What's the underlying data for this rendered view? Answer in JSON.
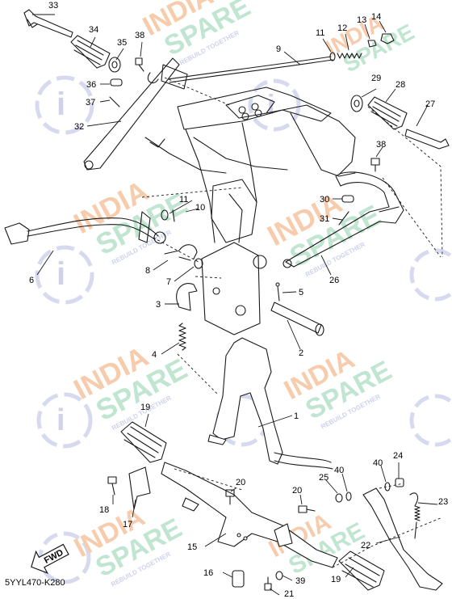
{
  "diagram": {
    "code": "5YYL470-K280",
    "fwd_label": "FWD",
    "colors": {
      "line": "#1a1a1a",
      "wm_orange": "#f6c7a4",
      "wm_green": "#b9e2cb",
      "wm_blue": "#c9cdea"
    },
    "watermark": {
      "line1": "INDIA",
      "line2": "SPARE",
      "tagline": "REBUILD TOGETHER"
    },
    "callouts": [
      {
        "id": "c33",
        "label": "33"
      },
      {
        "id": "c34",
        "label": "34"
      },
      {
        "id": "c35",
        "label": "35"
      },
      {
        "id": "c38a",
        "label": "38"
      },
      {
        "id": "c9",
        "label": "9"
      },
      {
        "id": "c11a",
        "label": "11"
      },
      {
        "id": "c12",
        "label": "12"
      },
      {
        "id": "c13",
        "label": "13"
      },
      {
        "id": "c14",
        "label": "14"
      },
      {
        "id": "c36",
        "label": "36"
      },
      {
        "id": "c37",
        "label": "37"
      },
      {
        "id": "c32",
        "label": "32"
      },
      {
        "id": "c29",
        "label": "29"
      },
      {
        "id": "c28",
        "label": "28"
      },
      {
        "id": "c27",
        "label": "27"
      },
      {
        "id": "c38b",
        "label": "38"
      },
      {
        "id": "c11b",
        "label": "11"
      },
      {
        "id": "c10",
        "label": "10"
      },
      {
        "id": "c30",
        "label": "30"
      },
      {
        "id": "c31",
        "label": "31"
      },
      {
        "id": "c6",
        "label": "6"
      },
      {
        "id": "c8",
        "label": "8"
      },
      {
        "id": "c7",
        "label": "7"
      },
      {
        "id": "c26",
        "label": "26"
      },
      {
        "id": "c5",
        "label": "5"
      },
      {
        "id": "c3",
        "label": "3"
      },
      {
        "id": "c2",
        "label": "2"
      },
      {
        "id": "c4",
        "label": "4"
      },
      {
        "id": "c1",
        "label": "1"
      },
      {
        "id": "c19a",
        "label": "19"
      },
      {
        "id": "c24",
        "label": "24"
      },
      {
        "id": "c25",
        "label": "25"
      },
      {
        "id": "c40a",
        "label": "40"
      },
      {
        "id": "c40b",
        "label": "40"
      },
      {
        "id": "c20a",
        "label": "20"
      },
      {
        "id": "c18",
        "label": "18"
      },
      {
        "id": "c20b",
        "label": "20"
      },
      {
        "id": "c23",
        "label": "23"
      },
      {
        "id": "c17",
        "label": "17"
      },
      {
        "id": "c22",
        "label": "22"
      },
      {
        "id": "c15",
        "label": "15"
      },
      {
        "id": "c16",
        "label": "16"
      },
      {
        "id": "c39",
        "label": "39"
      },
      {
        "id": "c19b",
        "label": "19"
      },
      {
        "id": "c21",
        "label": "21"
      }
    ]
  }
}
